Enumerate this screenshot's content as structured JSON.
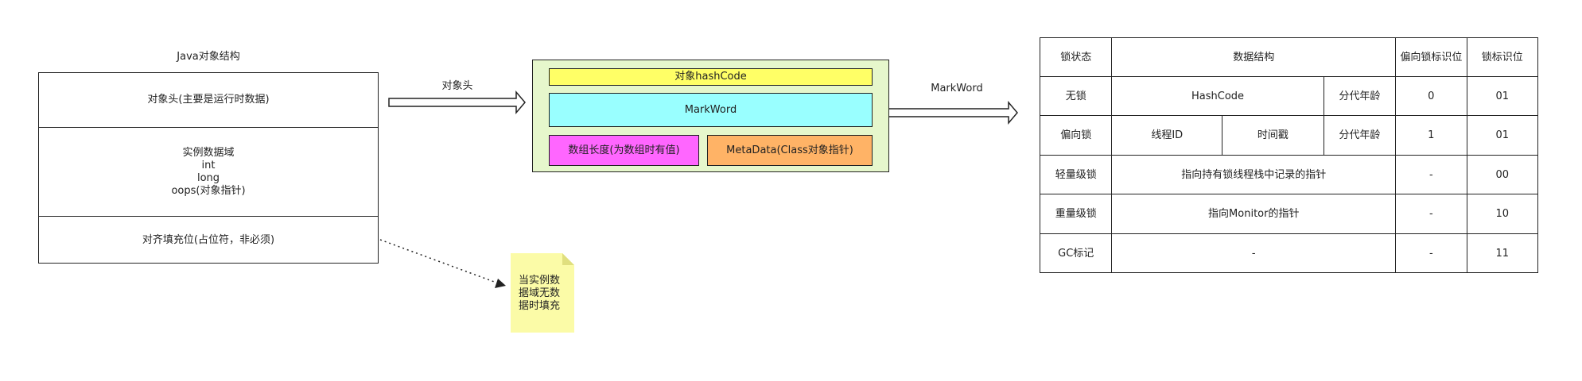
{
  "structure": {
    "title": "Java对象结构",
    "header": "对象头(主要是运行时数据)",
    "instance_lines": [
      "实例数据域",
      "int",
      "long",
      "oops(对象指针)"
    ],
    "padding": "对齐填充位(占位符，非必须)"
  },
  "arrow1_label": "对象头",
  "arrow2_label": "MarkWord",
  "object_header": {
    "hashcode": "对象hashCode",
    "markword": "MarkWord",
    "array_length": "数组长度(为数组时有值)",
    "metadata": "MetaData(Class对象指针)"
  },
  "note": [
    "当实例数",
    "据域无数",
    "据时填充"
  ],
  "colors": {
    "hashcode_bg": "#ffff66",
    "markword_bg": "#99ffff",
    "array_bg": "#ff66ff",
    "metadata_bg": "#ffb366",
    "container_bg": "#e6f7cc",
    "note_bg": "#fbfba7"
  },
  "table": {
    "headers": [
      "锁状态",
      "数据结构",
      "偏向锁标识位",
      "锁标识位"
    ],
    "rows": [
      {
        "state": "无锁",
        "cells": [
          "HashCode",
          "分代年龄"
        ],
        "biased": "0",
        "flag": "01"
      },
      {
        "state": "偏向锁",
        "cells": [
          "线程ID",
          "时间戳",
          "分代年龄"
        ],
        "biased": "1",
        "flag": "01"
      },
      {
        "state": "轻量级锁",
        "cells": [
          "指向持有锁线程栈中记录的指针"
        ],
        "biased": "-",
        "flag": "00"
      },
      {
        "state": "重量级锁",
        "cells": [
          "指向Monitor的指针"
        ],
        "biased": "-",
        "flag": "10"
      },
      {
        "state": "GC标记",
        "cells": [
          "-"
        ],
        "biased": "-",
        "flag": "11"
      }
    ]
  }
}
